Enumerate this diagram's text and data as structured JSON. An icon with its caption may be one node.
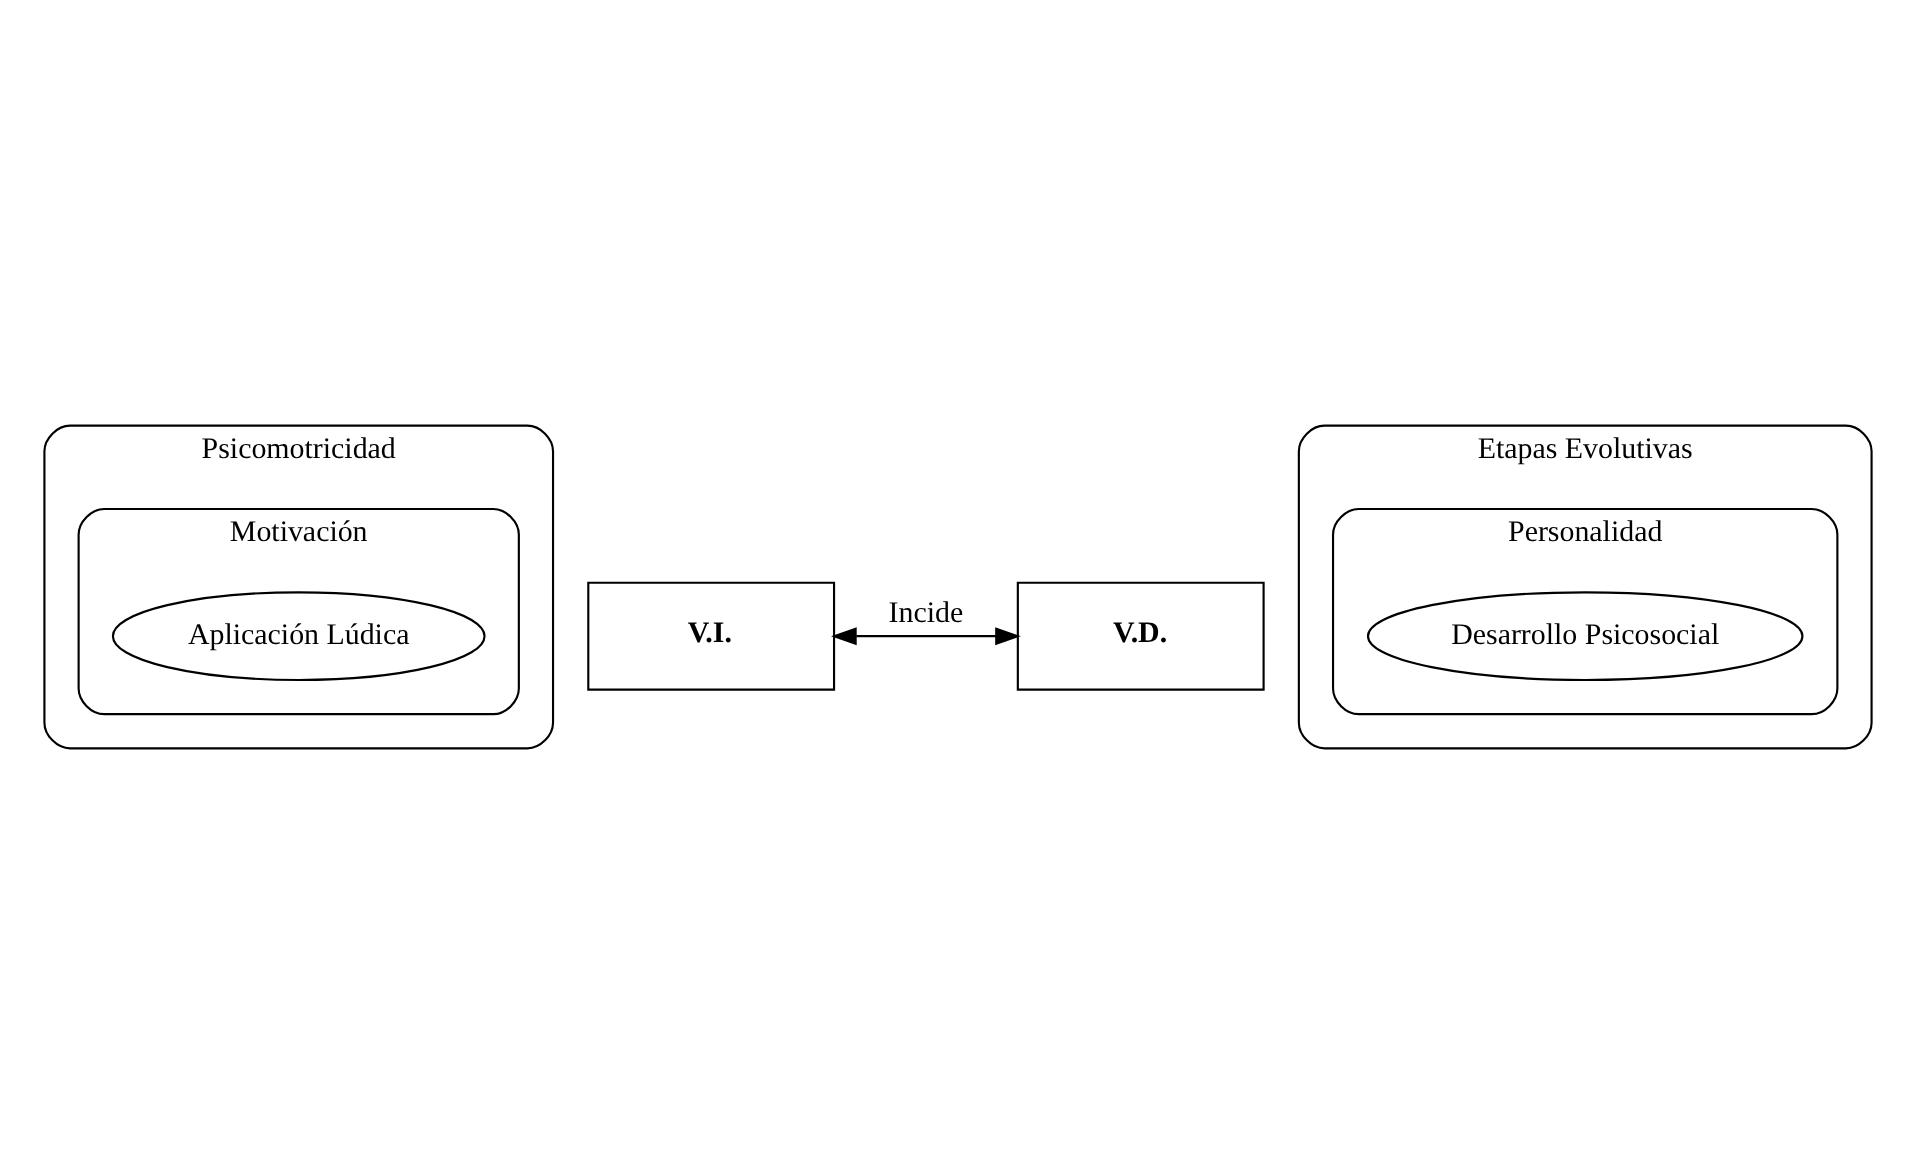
{
  "diagram": {
    "nodes": [
      {
        "text": [
          "Psicomotricidad"
        ]
      },
      {
        "text": [
          "Motivación"
        ],
        "in": 0
      },
      {
        "text": [
          "Aplicación Lúdica"
        ],
        "in": 1
      },
      {
        "text": [
          "V.I."
        ]
      },
      {
        "text": [
          "Etapas Evolutivas"
        ]
      },
      {
        "text": [
          "Personalidad"
        ],
        "in": 4
      },
      {
        "text": [
          "Desarrollo Psicosocial"
        ],
        "in": 5
      },
      {
        "text": [
          "V.D."
        ]
      }
    ],
    "edges": [
      {
        "from": 3,
        "to": 7,
        "arrow": "both",
        "label": "Incide"
      }
    ]
  }
}
